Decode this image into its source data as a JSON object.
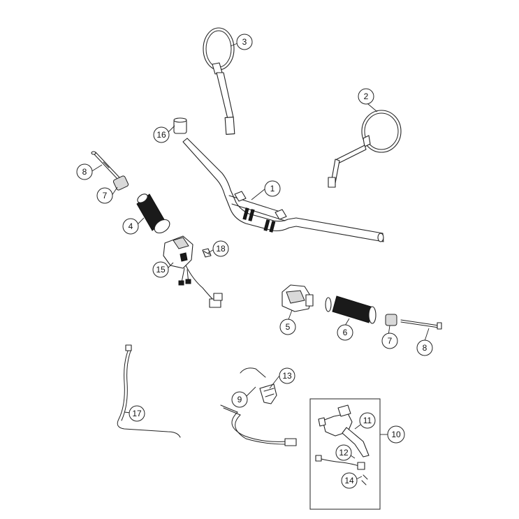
{
  "diagram": {
    "callouts": [
      {
        "id": "c1",
        "label": "1"
      },
      {
        "id": "c2",
        "label": "2"
      },
      {
        "id": "c3",
        "label": "3"
      },
      {
        "id": "c4",
        "label": "4"
      },
      {
        "id": "c5",
        "label": "5"
      },
      {
        "id": "c6",
        "label": "6"
      },
      {
        "id": "c7a",
        "label": "7"
      },
      {
        "id": "c7b",
        "label": "7"
      },
      {
        "id": "c8a",
        "label": "8"
      },
      {
        "id": "c8b",
        "label": "8"
      },
      {
        "id": "c9",
        "label": "9"
      },
      {
        "id": "c10",
        "label": "10"
      },
      {
        "id": "c11",
        "label": "11"
      },
      {
        "id": "c12",
        "label": "12"
      },
      {
        "id": "c13",
        "label": "13"
      },
      {
        "id": "c14",
        "label": "14"
      },
      {
        "id": "c15",
        "label": "15"
      },
      {
        "id": "c16",
        "label": "16"
      },
      {
        "id": "c17",
        "label": "17"
      },
      {
        "id": "c18",
        "label": "18"
      }
    ]
  }
}
